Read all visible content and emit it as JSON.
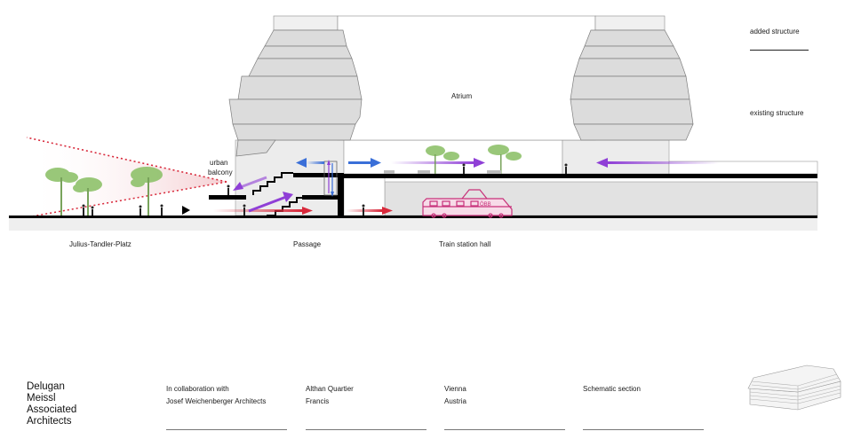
{
  "diagram": {
    "labels": {
      "atrium": "Atrium",
      "urban_balcony_line1": "urban",
      "urban_balcony_line2": "balcony",
      "julius_tandler_platz": "Julius-Tandler-Platz",
      "passage": "Passage",
      "train_station_hall": "Train station hall",
      "train_badge": "ÖBB"
    },
    "legend": {
      "added_structure": "added structure",
      "existing_structure": "existing structure"
    },
    "colors": {
      "existing_fill": "#e6e6e6",
      "added_fill": "#cfcfcf",
      "slab": "#000000",
      "arrow_red": "#d8293b",
      "arrow_purple": "#8f3fd6",
      "arrow_blue": "#3a6fd8",
      "tree": "#8fc26b",
      "train": "#c8317a",
      "view_cone": "#f6d6d8"
    }
  },
  "footer": {
    "firm_lines": [
      "Delugan",
      "Meissl",
      "Associated",
      "Architects"
    ],
    "collab_line1": "In collaboration with",
    "collab_line2": "Josef Weichenberger Architects",
    "project_line1": "Althan Quartier",
    "project_line2": "Francis",
    "location_line1": "Vienna",
    "location_line2": "Austria",
    "drawing_type": "Schematic section"
  }
}
